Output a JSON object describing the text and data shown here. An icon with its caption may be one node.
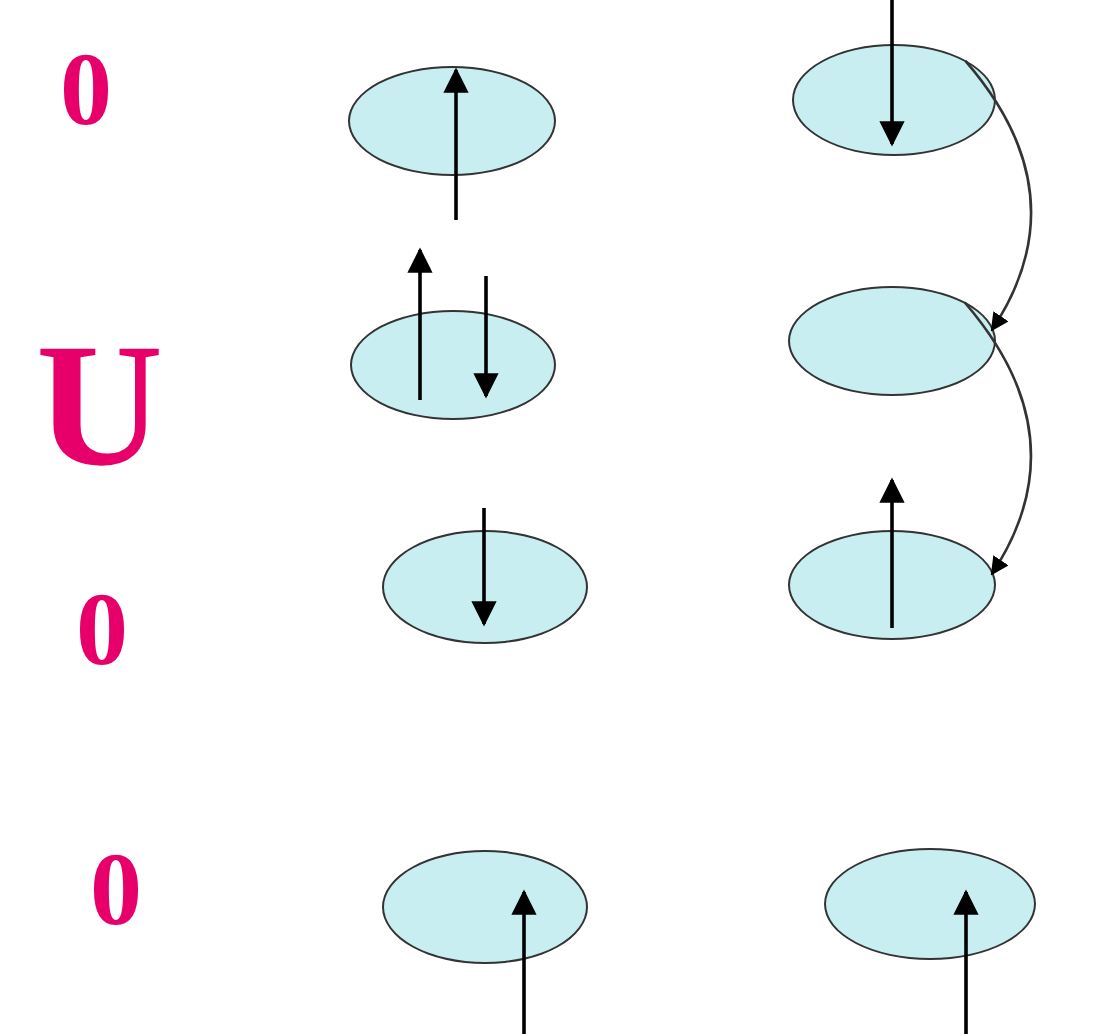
{
  "diagram": {
    "nodes": [
      {
        "text": [],
        "shape": "ellipse"
      },
      {
        "text": [],
        "shape": "ellipse"
      },
      {
        "text": [],
        "shape": "ellipse"
      },
      {
        "text": [],
        "shape": "ellipse"
      },
      {
        "text": [],
        "shape": "ellipse"
      },
      {
        "text": [],
        "shape": "ellipse"
      },
      {
        "text": [],
        "shape": "ellipse"
      },
      {
        "text": [],
        "shape": "ellipse"
      }
    ],
    "edges": [
      {
        "from": 1,
        "to": 3,
        "arrow": "to"
      },
      {
        "from": 3,
        "to": 5,
        "arrow": "to"
      }
    ],
    "labels": [
      "0",
      "U",
      "0",
      "0"
    ]
  }
}
